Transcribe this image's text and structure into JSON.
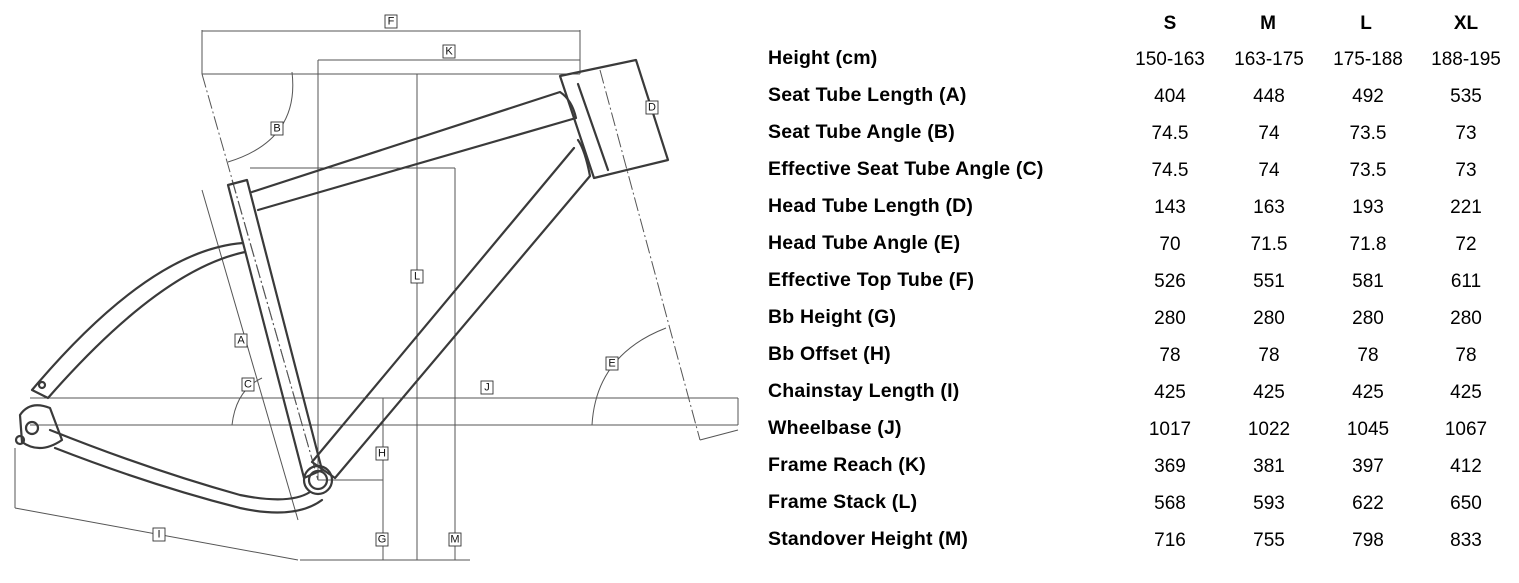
{
  "diagram": {
    "labels": [
      "A",
      "B",
      "C",
      "D",
      "E",
      "F",
      "G",
      "H",
      "I",
      "J",
      "K",
      "L",
      "M"
    ]
  },
  "table": {
    "sizes": [
      "S",
      "M",
      "L",
      "XL"
    ],
    "rows": [
      {
        "label": "Height (cm)",
        "values": [
          "150-163",
          "163-175",
          "175-188",
          "188-195"
        ]
      },
      {
        "label": "Seat Tube Length (A)",
        "values": [
          "404",
          "448",
          "492",
          "535"
        ]
      },
      {
        "label": "Seat Tube Angle (B)",
        "values": [
          "74.5",
          "74",
          "73.5",
          "73"
        ]
      },
      {
        "label": "Effective Seat Tube Angle (C)",
        "values": [
          "74.5",
          "74",
          "73.5",
          "73"
        ]
      },
      {
        "label": "Head Tube Length (D)",
        "values": [
          "143",
          "163",
          "193",
          "221"
        ]
      },
      {
        "label": "Head Tube Angle (E)",
        "values": [
          "70",
          "71.5",
          "71.8",
          "72"
        ]
      },
      {
        "label": "Effective Top Tube (F)",
        "values": [
          "526",
          "551",
          "581",
          "611"
        ]
      },
      {
        "label": "Bb Height (G)",
        "values": [
          "280",
          "280",
          "280",
          "280"
        ]
      },
      {
        "label": "Bb Offset (H)",
        "values": [
          "78",
          "78",
          "78",
          "78"
        ]
      },
      {
        "label": "Chainstay Length (I)",
        "values": [
          "425",
          "425",
          "425",
          "425"
        ]
      },
      {
        "label": "Wheelbase (J)",
        "values": [
          "1017",
          "1022",
          "1045",
          "1067"
        ]
      },
      {
        "label": "Frame Reach (K)",
        "values": [
          "369",
          "381",
          "397",
          "412"
        ]
      },
      {
        "label": "Frame Stack (L)",
        "values": [
          "568",
          "593",
          "622",
          "650"
        ]
      },
      {
        "label": "Standover Height (M)",
        "values": [
          "716",
          "755",
          "798",
          "833"
        ]
      }
    ]
  }
}
